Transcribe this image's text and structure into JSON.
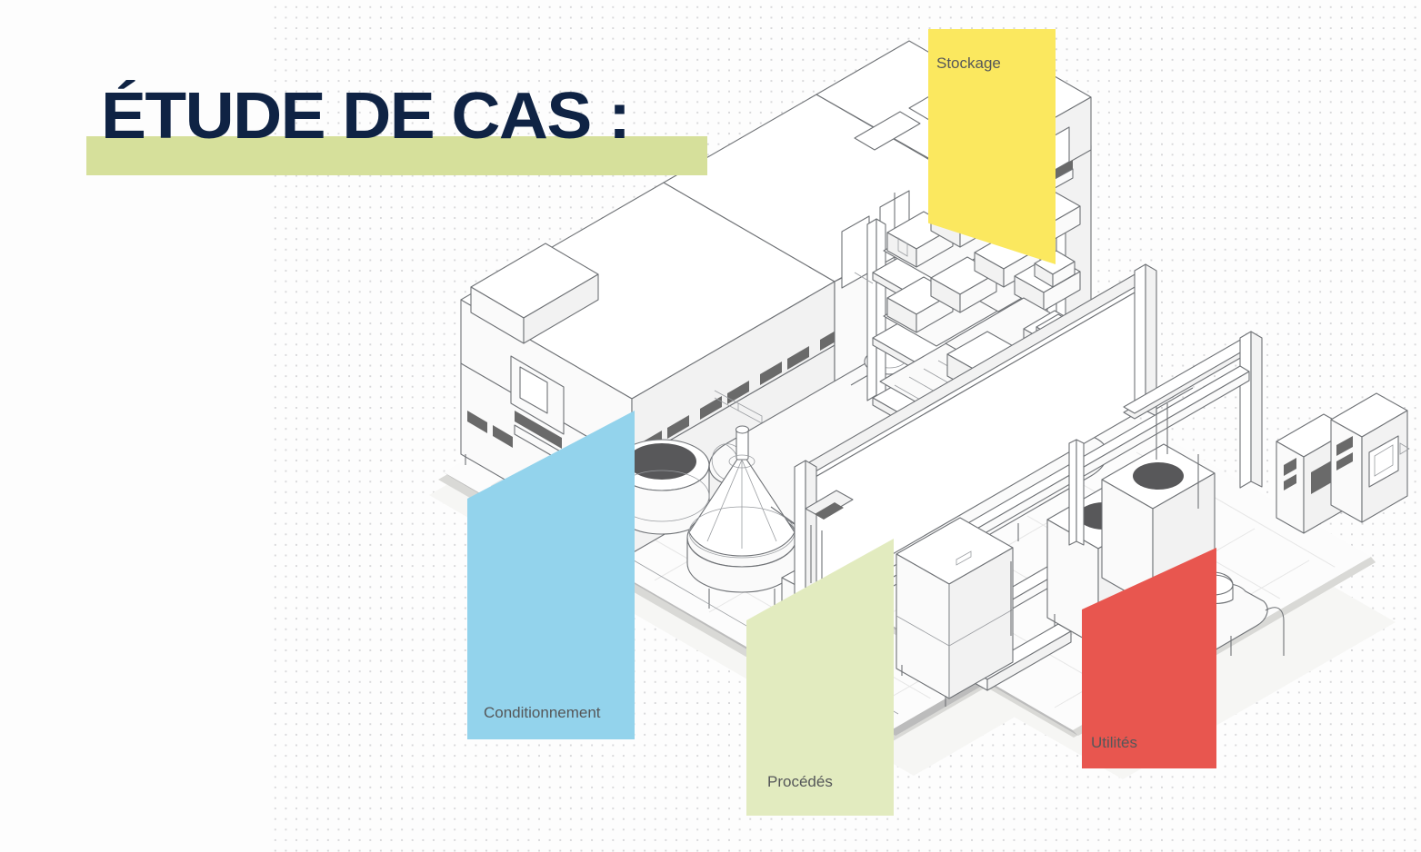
{
  "slide": {
    "title": "ÉTUDE DE CAS :",
    "title_highlight_color": "#d6e09b",
    "title_text_color": "#0f2344",
    "background_color": "#fdfdfd",
    "dot_grid_color": "#d8d8da"
  },
  "illustration": {
    "name": "isometric-factory-plant",
    "style": "isometric technical line drawing",
    "line_color": "#6f7276",
    "fill_color": "#ffffff",
    "floor_color": "#fbfbfb",
    "shadow_color": "#b9b9b9",
    "zones": [
      "packaging line",
      "process tanks and separator",
      "warehouse racking with pallets",
      "utilities room with boilers and control panels"
    ]
  },
  "callouts": [
    {
      "id": "stockage",
      "label": "Stockage",
      "color": "#fbe85f",
      "label_color": "#555759",
      "position": "top-center-right"
    },
    {
      "id": "conditionnement",
      "label": "Conditionnement",
      "color": "#93d3ec",
      "label_color": "#555759",
      "position": "left-bottom"
    },
    {
      "id": "procedes",
      "label": "Procédés",
      "color": "#e2ebbf",
      "label_color": "#555759",
      "position": "center-bottom"
    },
    {
      "id": "utilites",
      "label": "Utilités",
      "color": "#e8564f",
      "label_color": "#555759",
      "position": "right-bottom"
    }
  ]
}
